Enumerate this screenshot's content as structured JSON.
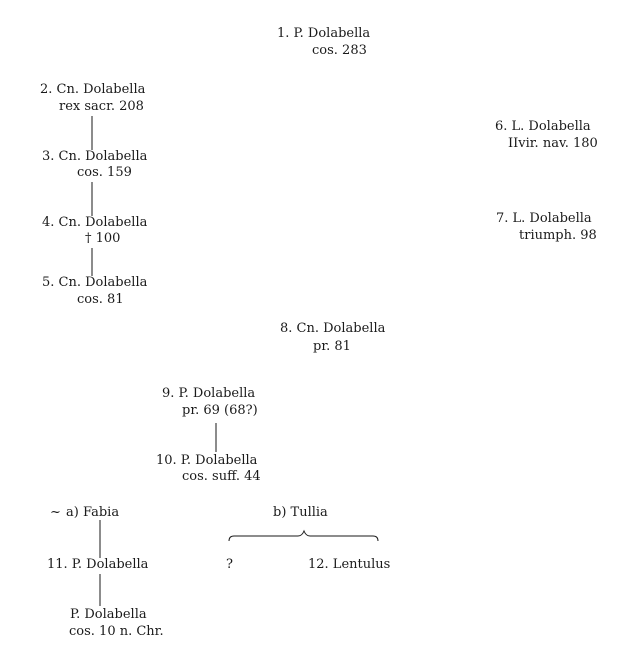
{
  "persons": {
    "p1": {
      "name": "1.  P. Dolabella",
      "office": "cos. 283"
    },
    "p2": {
      "name": "2.  Cn. Dolabella",
      "office": "rex sacr. 208"
    },
    "p3": {
      "name": "3.  Cn. Dolabella",
      "office": "cos. 159"
    },
    "p4": {
      "name": "4. Cn. Dolabella",
      "office": "† 100"
    },
    "p5": {
      "name": "5.  Cn. Dolabella",
      "office": "cos. 81"
    },
    "p6": {
      "name": "6.  L. Dolabella",
      "office": "IIvir. nav. 180"
    },
    "p7": {
      "name": "7.  L. Dolabella",
      "office": "triumph. 98"
    },
    "p8": {
      "name": "8.  Cn. Dolabella",
      "office": "pr. 81"
    },
    "p9": {
      "name": "9.  P. Dolabella",
      "office": "pr. 69 (68?)"
    },
    "p10": {
      "name": "10.  P. Dolabella",
      "office": "cos. suff. 44"
    },
    "p11": {
      "name": "11.  P. Dolabella"
    },
    "p12": {
      "name": "12. Lentulus"
    },
    "p13": {
      "name": "P. Dolabella",
      "office": "cos. 10 n. Chr."
    }
  },
  "spouses": {
    "a": {
      "prefix": "~",
      "label": "a)  Fabia"
    },
    "b": {
      "label": "b)  Tullia"
    }
  },
  "unknown": "?"
}
